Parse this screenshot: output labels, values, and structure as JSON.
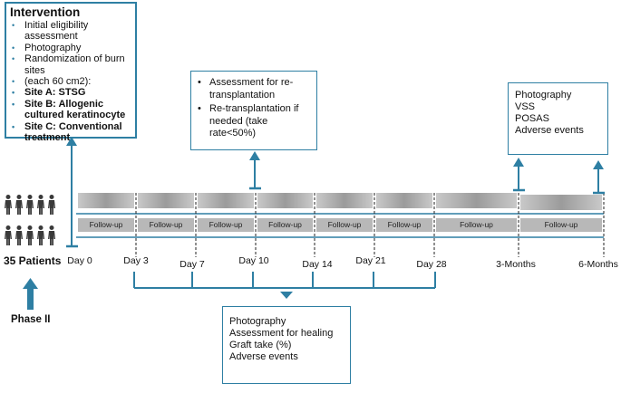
{
  "intervention": {
    "title": "Intervention",
    "items": [
      {
        "text": "Initial eligibility assessment",
        "bold": false
      },
      {
        "text": "Photography",
        "bold": false
      },
      {
        "text": "Randomization of burn sites",
        "bold": false
      },
      {
        "text": "(each 60 cm2):",
        "bold": false
      },
      {
        "text": "Site A: STSG",
        "bold": true
      },
      {
        "text": "Site B: Allogenic cultured keratinocyte",
        "bold": true
      },
      {
        "text": "Site C: Conventional treatment",
        "bold": true
      }
    ]
  },
  "retransplant": {
    "items": [
      "Assessment for re-transplantation",
      "Re-transplantation if needed (take rate<50%)"
    ]
  },
  "late_assessment": {
    "items": [
      "Photography",
      "VSS",
      "POSAS",
      "Adverse events"
    ]
  },
  "healing_assessment": {
    "items": [
      "Photography",
      "Assessment for healing",
      "Graft take (%)",
      "Adverse events"
    ]
  },
  "patients": {
    "label": "35 Patients",
    "phase": "Phase II"
  },
  "followup_label": "Follow-up",
  "days": [
    "Day 0",
    "Day 3",
    "Day 7",
    "Day 10",
    "Day 14",
    "Day 21",
    "Day 28",
    "3-Months",
    "6-Months"
  ],
  "colors": {
    "accent": "#2e7fa3",
    "bar": "#b8b8b8",
    "text": "#111111"
  }
}
